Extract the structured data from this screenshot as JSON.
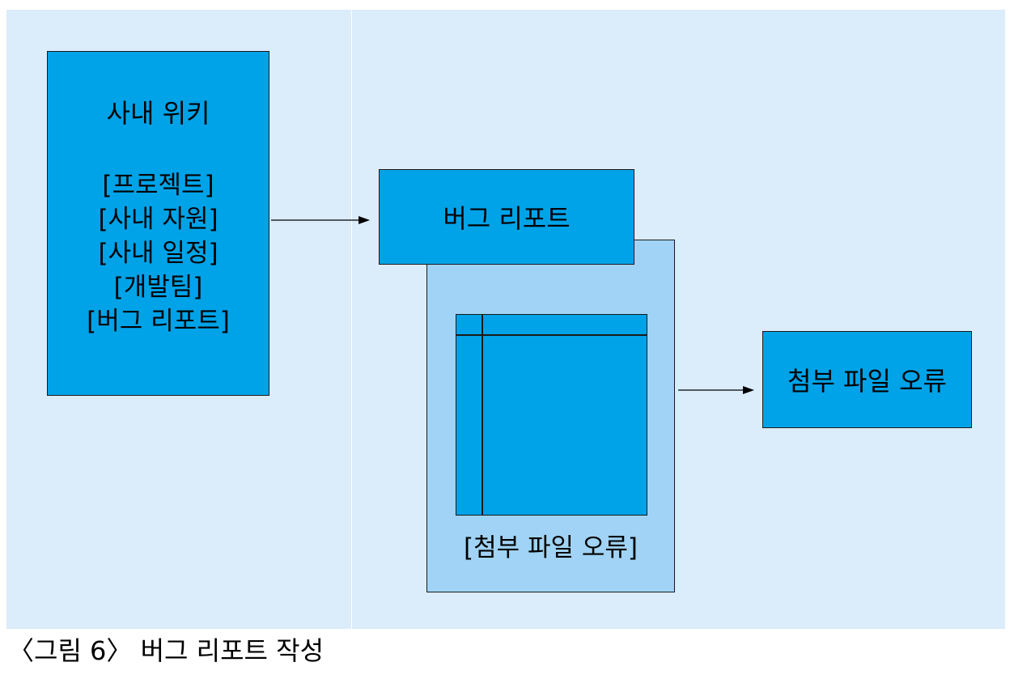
{
  "wiki": {
    "title": "사내 위키",
    "items": [
      "[프로젝트]",
      "[사내 자원]",
      "[사내 일정]",
      "[개발팀]",
      "[버그 리포트]"
    ]
  },
  "bug_report": {
    "label": "버그 리포트"
  },
  "attachment_card": {
    "caption": "[첨부 파일 오류]"
  },
  "attachment_error": {
    "label": "첨부 파일 오류"
  },
  "figure_caption": "〈그림 6〉 버그 리포트 작성",
  "colors": {
    "panel": "#dbecfb",
    "box": "#00a3e8",
    "card": "#a0d3f5"
  }
}
